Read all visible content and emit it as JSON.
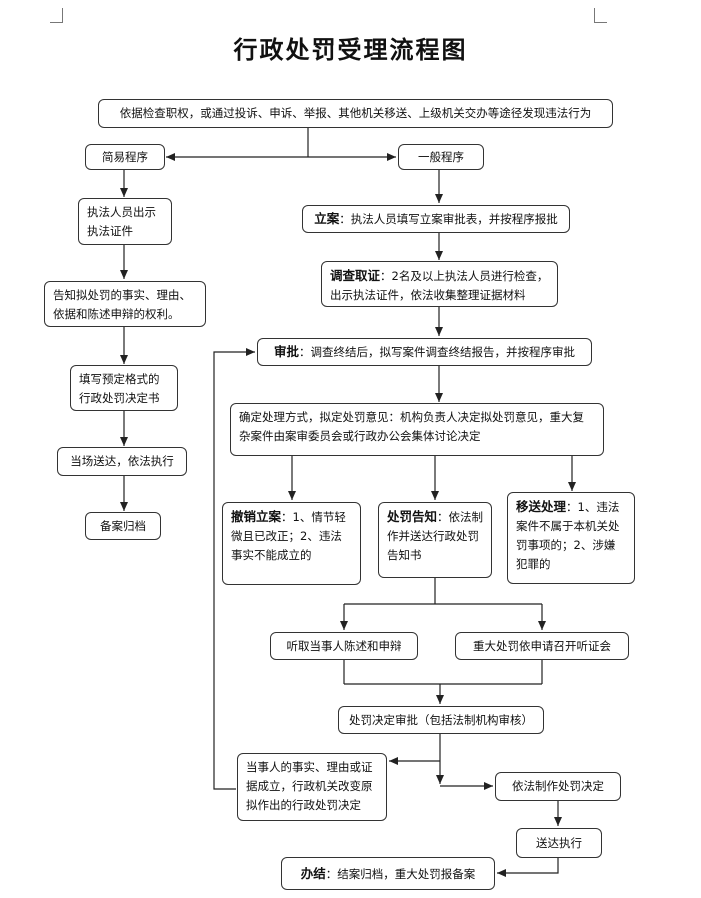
{
  "title": "行政处罚受理流程图",
  "nodes": {
    "source": "依据检查职权，或通过投诉、申诉、举报、其他机关移送、上级机关交办等途径发现违法行为",
    "simple": "简易程序",
    "general": "一般程序",
    "show_id": "执法人员出示执法证件",
    "inform": "告知拟处罚的事实、理由、依据和陈述申辩的权利。",
    "fill_form": "填写预定格式的行政处罚决定书",
    "deliver_onsite": "当场送达，依法执行",
    "archive_simple": "备案归档",
    "filing_label": "立案",
    "filing_text": "：执法人员填写立案审批表，并按程序报批",
    "investigate_label": "调查取证",
    "investigate_text": "：2名及以上执法人员进行检查，出示执法证件，依法收集整理证据材料",
    "approve_label": "审批",
    "approve_text": "：调查终结后，拟写案件调查终结报告，并按程序审批",
    "decide": "确定处理方式，拟定处罚意见：机构负责人决定拟处罚意见，重大复杂案件由案审委员会或行政办公会集体讨论决定",
    "revoke_label": "撤销立案",
    "revoke_text": "：1、情节轻微且已改正；2、违法事实不能成立的",
    "notice_label": "处罚告知",
    "notice_text": "：依法制作并送达行政处罚告知书",
    "transfer_label": "移送处理",
    "transfer_text": "：1、违法案件不属于本机关处罚事项的；2、涉嫌犯罪的",
    "hear_statement": "听取当事人陈述和申辩",
    "hearing": "重大处罚依申请召开听证会",
    "decision_approval": "处罚决定审批（包括法制机构审核）",
    "change_decision": "当事人的事实、理由或证据成立，行政机关改变原拟作出的行政处罚决定",
    "make_decision": "依法制作处罚决定",
    "deliver_execute": "送达执行",
    "close_label": "办结",
    "close_text": "：结案归档，重大处罚报备案"
  }
}
